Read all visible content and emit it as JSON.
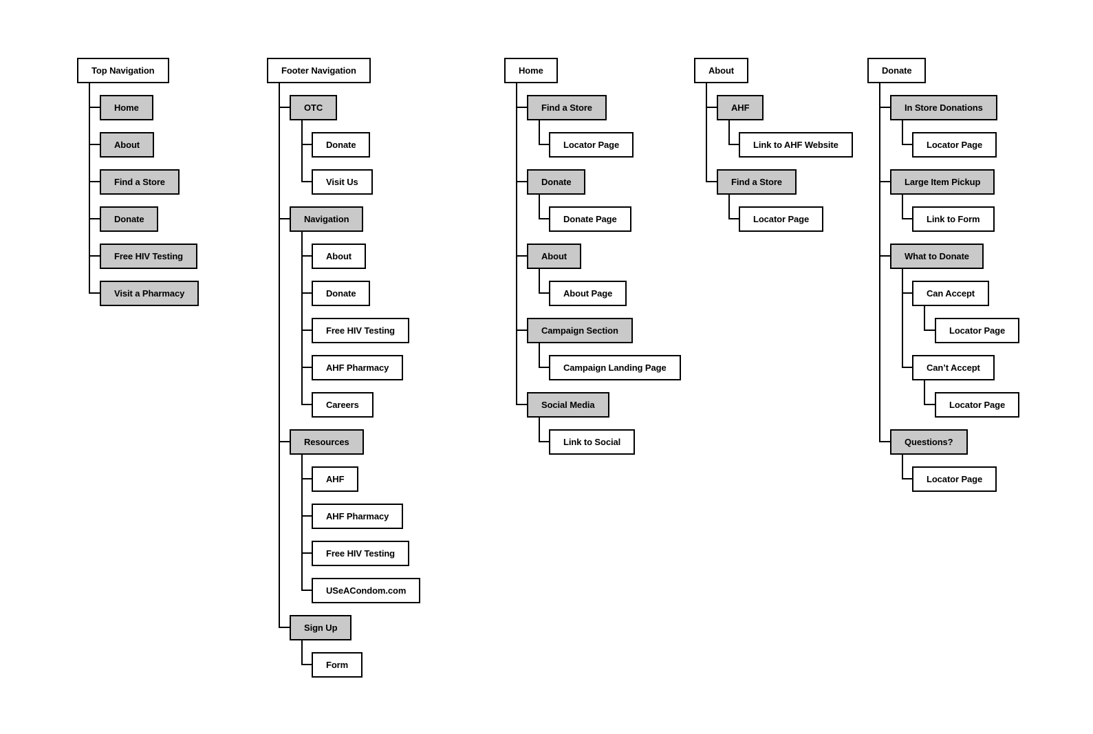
{
  "colors": {
    "shaded_fill": "#c9c9c9",
    "plain_fill": "#ffffff",
    "line": "#000000",
    "background": "#ffffff"
  },
  "diagram": {
    "columns": [
      {
        "label": "Top Navigation",
        "shaded": false,
        "children": [
          {
            "label": "Home",
            "shaded": true
          },
          {
            "label": "About",
            "shaded": true
          },
          {
            "label": "Find a Store",
            "shaded": true
          },
          {
            "label": "Donate",
            "shaded": true
          },
          {
            "label": "Free HIV Testing",
            "shaded": true
          },
          {
            "label": "Visit a Pharmacy",
            "shaded": true
          }
        ]
      },
      {
        "label": "Footer Navigation",
        "shaded": false,
        "children": [
          {
            "label": "OTC",
            "shaded": true,
            "children": [
              {
                "label": "Donate",
                "shaded": false
              },
              {
                "label": "Visit Us",
                "shaded": false
              }
            ]
          },
          {
            "label": "Navigation",
            "shaded": true,
            "children": [
              {
                "label": "About",
                "shaded": false
              },
              {
                "label": "Donate",
                "shaded": false
              },
              {
                "label": "Free HIV Testing",
                "shaded": false
              },
              {
                "label": "AHF Pharmacy",
                "shaded": false
              },
              {
                "label": "Careers",
                "shaded": false
              }
            ]
          },
          {
            "label": "Resources",
            "shaded": true,
            "children": [
              {
                "label": "AHF",
                "shaded": false
              },
              {
                "label": "AHF Pharmacy",
                "shaded": false
              },
              {
                "label": "Free HIV Testing",
                "shaded": false
              },
              {
                "label": "USeACondom.com",
                "shaded": false
              }
            ]
          },
          {
            "label": "Sign Up",
            "shaded": true,
            "children": [
              {
                "label": "Form",
                "shaded": false
              }
            ]
          }
        ]
      },
      {
        "label": "Home",
        "shaded": false,
        "children": [
          {
            "label": "Find a Store",
            "shaded": true,
            "children": [
              {
                "label": "Locator Page",
                "shaded": false
              }
            ]
          },
          {
            "label": "Donate",
            "shaded": true,
            "children": [
              {
                "label": "Donate Page",
                "shaded": false
              }
            ]
          },
          {
            "label": "About",
            "shaded": true,
            "children": [
              {
                "label": "About Page",
                "shaded": false
              }
            ]
          },
          {
            "label": "Campaign Section",
            "shaded": true,
            "children": [
              {
                "label": "Campaign Landing Page",
                "shaded": false
              }
            ]
          },
          {
            "label": "Social Media",
            "shaded": true,
            "children": [
              {
                "label": "Link to Social",
                "shaded": false
              }
            ]
          }
        ]
      },
      {
        "label": "About",
        "shaded": false,
        "children": [
          {
            "label": "AHF",
            "shaded": true,
            "children": [
              {
                "label": "Link to AHF Website",
                "shaded": false
              }
            ]
          },
          {
            "label": "Find a Store",
            "shaded": true,
            "children": [
              {
                "label": "Locator Page",
                "shaded": false
              }
            ]
          }
        ]
      },
      {
        "label": "Donate",
        "shaded": false,
        "children": [
          {
            "label": "In Store Donations",
            "shaded": true,
            "children": [
              {
                "label": "Locator Page",
                "shaded": false
              }
            ]
          },
          {
            "label": "Large Item Pickup",
            "shaded": true,
            "children": [
              {
                "label": "Link to Form",
                "shaded": false
              }
            ]
          },
          {
            "label": "What to Donate",
            "shaded": true,
            "children": [
              {
                "label": "Can Accept",
                "shaded": false,
                "children": [
                  {
                    "label": "Locator Page",
                    "shaded": false
                  }
                ]
              },
              {
                "label": "Can’t Accept",
                "shaded": false,
                "children": [
                  {
                    "label": "Locator Page",
                    "shaded": false
                  }
                ]
              }
            ]
          },
          {
            "label": "Questions?",
            "shaded": true,
            "children": [
              {
                "label": "Locator Page",
                "shaded": false
              }
            ]
          }
        ]
      }
    ]
  }
}
